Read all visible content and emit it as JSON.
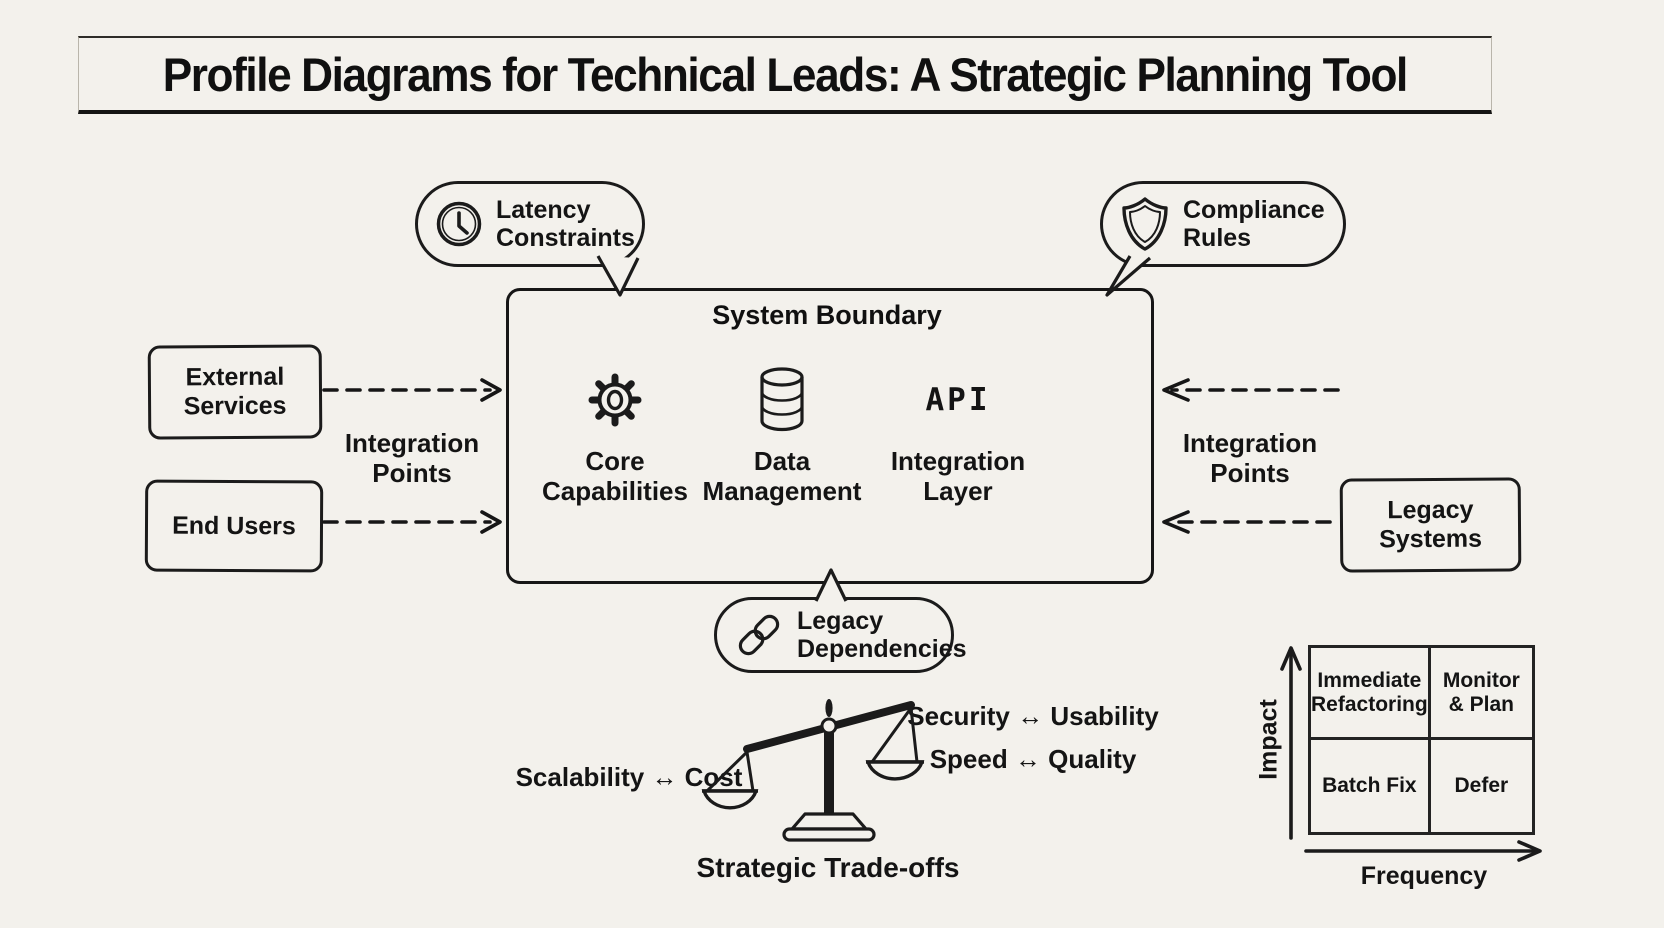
{
  "title": "Profile Diagrams for Technical Leads: A Strategic Planning Tool",
  "callouts": {
    "latency": {
      "icon": "clock-icon",
      "line1": "Latency",
      "line2": "Constraints"
    },
    "compliance": {
      "icon": "shield-icon",
      "line1": "Compliance",
      "line2": "Rules"
    },
    "legacy_dependencies": {
      "icon": "chain-link-icon",
      "line1": "Legacy",
      "line2": "Dependencies"
    }
  },
  "system": {
    "title": "System Boundary",
    "components": [
      {
        "icon": "gear-icon",
        "line1": "Core",
        "line2": "Capabilities"
      },
      {
        "icon": "database-icon",
        "line1": "Data",
        "line2": "Management"
      },
      {
        "icon": "api-label",
        "icon_text": "API",
        "line1": "Integration",
        "line2": "Layer"
      }
    ]
  },
  "external_nodes": {
    "external_services": {
      "line1": "External",
      "line2": "Services"
    },
    "end_users": {
      "label": "End Users"
    },
    "legacy_systems": {
      "line1": "Legacy",
      "line2": "Systems"
    }
  },
  "integration_points_left": {
    "line1": "Integration",
    "line2": "Points"
  },
  "integration_points_right": {
    "line1": "Integration",
    "line2": "Points"
  },
  "tradeoffs": {
    "left": "Scalability ↔ Cost",
    "right_top": "Security ↔ Usability",
    "right_bottom": "Speed ↔ Quality",
    "caption": "Strategic Trade-offs"
  },
  "matrix": {
    "y_axis": "Impact",
    "x_axis": "Frequency",
    "cells": {
      "top_left": {
        "line1": "Immediate",
        "line2": "Refactoring"
      },
      "top_right": {
        "line1": "Monitor",
        "line2": "& Plan"
      },
      "bottom_left": "Batch Fix",
      "bottom_right": "Defer"
    }
  },
  "colors": {
    "ink": "#1a1a1a",
    "background": "#f3f1ec"
  }
}
